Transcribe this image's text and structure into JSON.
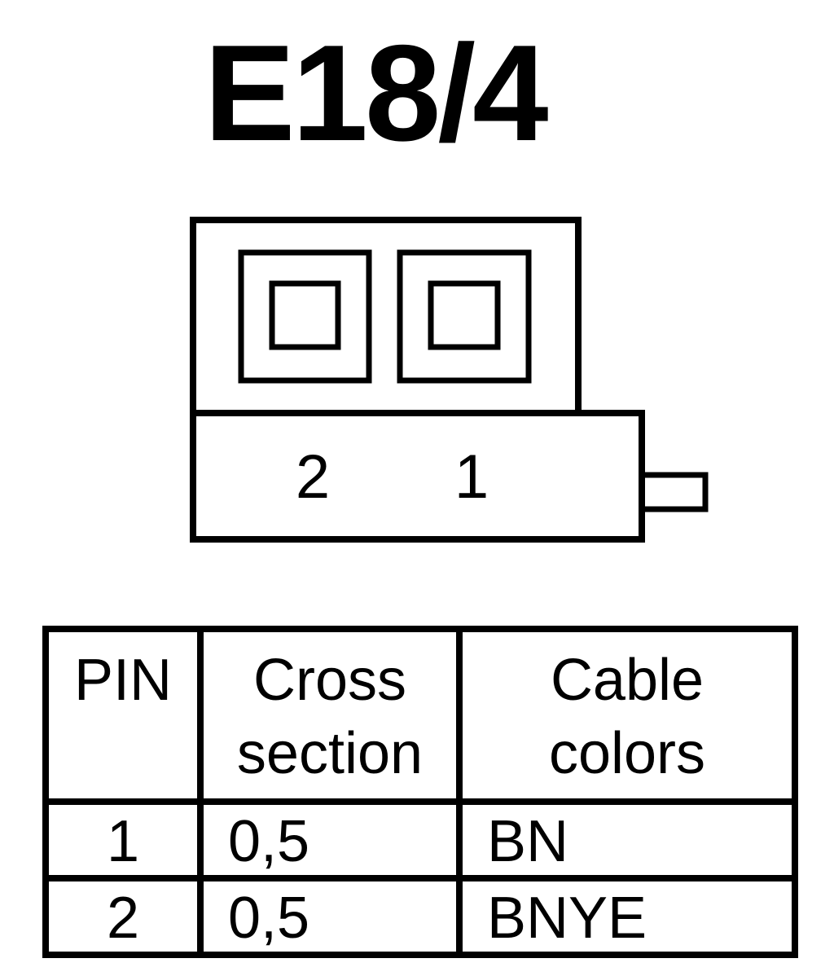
{
  "title": "E18/4",
  "connector": {
    "pin_labels": [
      "2",
      "1"
    ]
  },
  "table": {
    "headers": {
      "pin": "PIN",
      "cross_section_line1": "Cross",
      "cross_section_line2": "section",
      "cable_colors_line1": "Cable",
      "cable_colors_line2": "colors"
    },
    "rows": [
      {
        "pin": "1",
        "cross_section": "0,5",
        "cable_color": "BN"
      },
      {
        "pin": "2",
        "cross_section": "0,5",
        "cable_color": "BNYE"
      }
    ]
  }
}
